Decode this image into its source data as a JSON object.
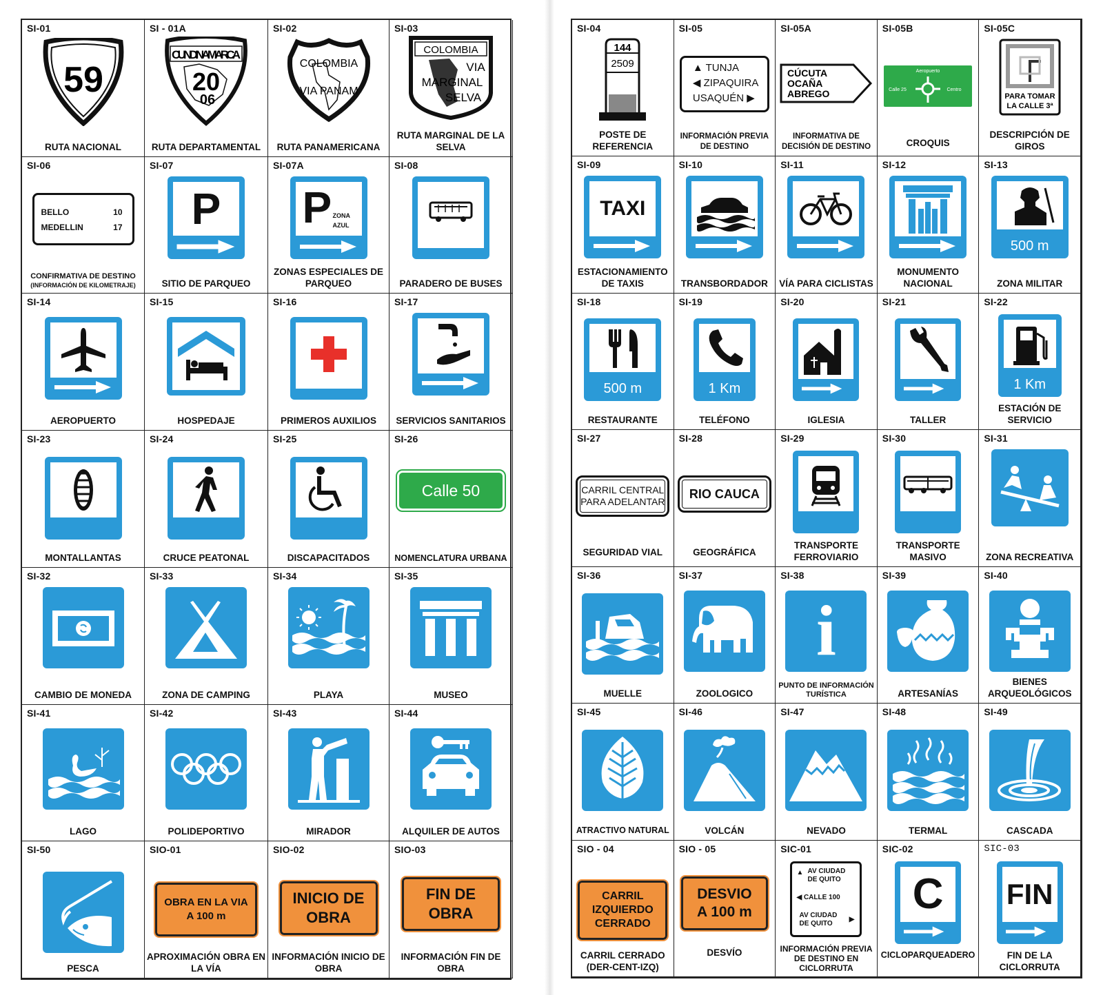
{
  "left_page": [
    {
      "code": "SI-01",
      "caption": "RUTA NACIONAL",
      "sign": {
        "number": "59"
      }
    },
    {
      "code": "SI - 01A",
      "caption": "RUTA DEPARTAMENTAL",
      "sign": {
        "dept": "CUNDINAMARCA",
        "number": "20",
        "sub": "06"
      }
    },
    {
      "code": "SI-02",
      "caption": "RUTA PANAMERICANA",
      "sign": {
        "top": "COLOMBIA",
        "bottom": "VIA PANAM"
      }
    },
    {
      "code": "SI-03",
      "caption": "RUTA MARGINAL DE LA SELVA",
      "sign": {
        "top": "COLOMBIA",
        "line1": "VIA",
        "line2": "MARGINAL",
        "line3": "SELVA"
      }
    },
    {
      "code": "SI-06",
      "caption": "CONFIRMATIVA DE DESTINO",
      "caption2": "(INFORMACIÓN DE KILOMETRAJE)",
      "sign": {
        "r1": "BELLO",
        "k1": "10",
        "r2": "MEDELLIN",
        "k2": "17"
      }
    },
    {
      "code": "SI-07",
      "caption": "SITIO DE PARQUEO",
      "sign": {
        "letter": "P"
      }
    },
    {
      "code": "SI-07A",
      "caption": "ZONAS ESPECIALES DE PARQUEO",
      "sign": {
        "letter": "P",
        "zona": "ZONA",
        "azul": "AZUL"
      }
    },
    {
      "code": "SI-08",
      "caption": "PARADERO DE BUSES"
    },
    {
      "code": "SI-14",
      "caption": "AEROPUERTO"
    },
    {
      "code": "SI-15",
      "caption": "HOSPEDAJE"
    },
    {
      "code": "SI-16",
      "caption": "PRIMEROS AUXILIOS"
    },
    {
      "code": "SI-17",
      "caption": "SERVICIOS SANITARIOS"
    },
    {
      "code": "SI-23",
      "caption": "MONTALLANTAS"
    },
    {
      "code": "SI-24",
      "caption": "CRUCE PEATONAL"
    },
    {
      "code": "SI-25",
      "caption": "DISCAPACITADOS"
    },
    {
      "code": "SI-26",
      "caption": "NOMENCLATURA URBANA",
      "sign": {
        "text": "Calle 50"
      }
    },
    {
      "code": "SI-32",
      "caption": "CAMBIO DE MONEDA"
    },
    {
      "code": "SI-33",
      "caption": "ZONA DE CAMPING"
    },
    {
      "code": "SI-34",
      "caption": "PLAYA"
    },
    {
      "code": "SI-35",
      "caption": "MUSEO"
    },
    {
      "code": "SI-41",
      "caption": "LAGO"
    },
    {
      "code": "SI-42",
      "caption": "POLIDEPORTIVO"
    },
    {
      "code": "SI-43",
      "caption": "MIRADOR"
    },
    {
      "code": "SI-44",
      "caption": "ALQUILER DE AUTOS"
    },
    {
      "code": "SI-50",
      "caption": "PESCA"
    },
    {
      "code": "SIO-01",
      "caption": "APROXIMACIÓN OBRA EN LA VÍA",
      "sign": {
        "l1": "OBRA EN LA VIA",
        "l2": "A 100 m"
      }
    },
    {
      "code": "SIO-02",
      "caption": "INFORMACIÓN INICIO DE OBRA",
      "sign": {
        "l1": "INICIO DE",
        "l2": "OBRA"
      }
    },
    {
      "code": "SIO-03",
      "caption": "INFORMACIÓN FIN DE OBRA",
      "sign": {
        "l1": "FIN DE",
        "l2": "OBRA"
      }
    }
  ],
  "right_page": [
    {
      "code": "SI-04",
      "caption": "POSTE DE REFERENCIA",
      "sign": {
        "top": "144",
        "bottom": "2509"
      }
    },
    {
      "code": "SI-05",
      "caption": "INFORMACIÓN PREVIA DE DESTINO",
      "sign": {
        "l1": "TUNJA",
        "l2": "ZIPAQUIRA",
        "l3": "USAQUÉN"
      }
    },
    {
      "code": "SI-05A",
      "caption": "INFORMATIVA DE DECISIÓN DE DESTINO",
      "sign": {
        "l1": "CÚCUTA",
        "l2": "OCAÑA",
        "l3": "ABREGO"
      }
    },
    {
      "code": "SI-05B",
      "caption": "CROQUIS",
      "sign": {
        "top": "Aeropuerto",
        "left": "Calle 25",
        "right": "Centro"
      }
    },
    {
      "code": "SI-05C",
      "caption": "DESCRIPCIÓN DE GIROS",
      "sign": {
        "l1": "PARA TOMAR",
        "l2": "LA CALLE 3ª"
      }
    },
    {
      "code": "SI-09",
      "caption": "ESTACIONAMIENTO DE TAXIS",
      "sign": {
        "text": "TAXI"
      }
    },
    {
      "code": "SI-10",
      "caption": "TRANSBORDADOR"
    },
    {
      "code": "SI-11",
      "caption": "VÍA PARA CICLISTAS"
    },
    {
      "code": "SI-12",
      "caption": "MONUMENTO NACIONAL"
    },
    {
      "code": "SI-13",
      "caption": "ZONA MILITAR",
      "sign": {
        "dist": "500 m"
      }
    },
    {
      "code": "SI-18",
      "caption": "RESTAURANTE",
      "sign": {
        "dist": "500 m"
      }
    },
    {
      "code": "SI-19",
      "caption": "TELÉFONO",
      "sign": {
        "dist": "1 Km"
      }
    },
    {
      "code": "SI-20",
      "caption": "IGLESIA"
    },
    {
      "code": "SI-21",
      "caption": "TALLER"
    },
    {
      "code": "SI-22",
      "caption": "ESTACIÓN DE SERVICIO",
      "sign": {
        "dist": "1 Km"
      }
    },
    {
      "code": "SI-27",
      "caption": "SEGURIDAD VIAL",
      "sign": {
        "l1": "CARRIL CENTRAL",
        "l2": "PARA ADELANTAR"
      }
    },
    {
      "code": "SI-28",
      "caption": "GEOGRÁFICA",
      "sign": {
        "text": "RIO CAUCA"
      }
    },
    {
      "code": "SI-29",
      "caption": "TRANSPORTE FERROVIARIO"
    },
    {
      "code": "SI-30",
      "caption": "TRANSPORTE MASIVO"
    },
    {
      "code": "SI-31",
      "caption": "ZONA RECREATIVA"
    },
    {
      "code": "SI-36",
      "caption": "MUELLE"
    },
    {
      "code": "SI-37",
      "caption": "ZOOLOGICO"
    },
    {
      "code": "SI-38",
      "caption": "PUNTO DE INFORMACIÓN TURÍSTICA",
      "sign": {
        "letter": "i"
      }
    },
    {
      "code": "SI-39",
      "caption": "ARTESANÍAS"
    },
    {
      "code": "SI-40",
      "caption": "BIENES ARQUEOLÓGICOS"
    },
    {
      "code": "SI-45",
      "caption": "ATRACTIVO NATURAL"
    },
    {
      "code": "SI-46",
      "caption": "VOLCÁN"
    },
    {
      "code": "SI-47",
      "caption": "NEVADO"
    },
    {
      "code": "SI-48",
      "caption": "TERMAL"
    },
    {
      "code": "SI-49",
      "caption": "CASCADA"
    },
    {
      "code": "SIO - 04",
      "caption": "CARRIL CERRADO (DER-CENT-IZQ)",
      "sign": {
        "l1": "CARRIL",
        "l2": "IZQUIERDO",
        "l3": "CERRADO"
      }
    },
    {
      "code": "SIO - 05",
      "caption": "DESVÍO",
      "sign": {
        "l1": "DESVIO",
        "l2": "A 100 m"
      }
    },
    {
      "code": "SIC-01",
      "caption": "INFORMACIÓN PREVIA DE DESTINO EN CICLORRUTA",
      "sign": {
        "l1": "AV CIUDAD",
        "l2": "DE QUITO",
        "l3": "CALLE 100",
        "l4": "AV CIUDAD",
        "l5": "DE QUITO"
      }
    },
    {
      "code": "SIC-02",
      "caption": "CICLOPARQUEADERO",
      "sign": {
        "letter": "C"
      }
    },
    {
      "code": "SIC-03",
      "caption": "FIN DE LA CICLORRUTA",
      "sign": {
        "text": "FIN"
      }
    }
  ],
  "colors": {
    "blue": "#2b9ad7",
    "green": "#2eaa4a",
    "orange": "#f0913c",
    "red": "#e8302a"
  }
}
